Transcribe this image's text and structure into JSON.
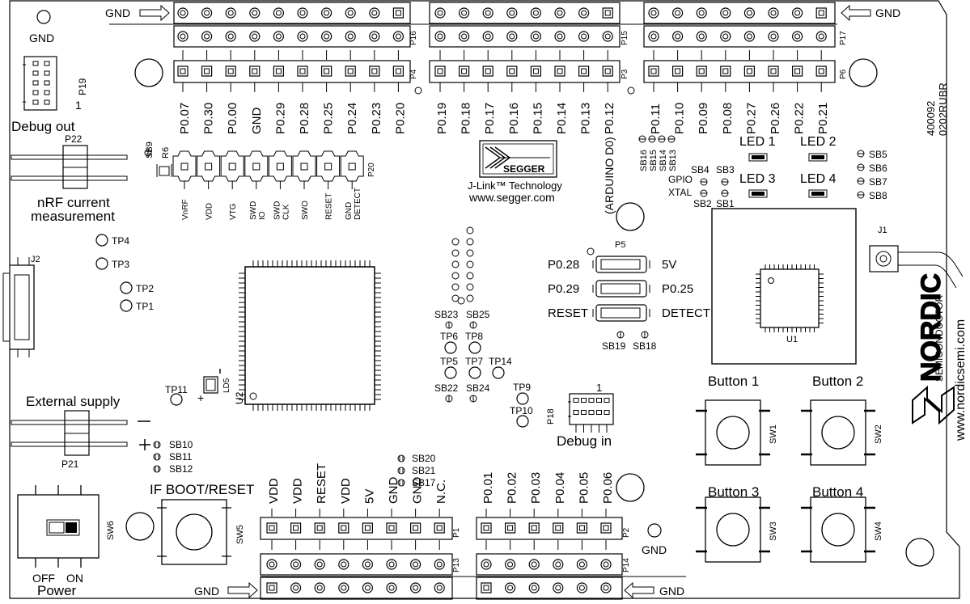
{
  "board": {
    "id": "400092",
    "revision": "0202RUBR",
    "brand": "NORDIC",
    "brand_sub": "SEMICONDUCTOR",
    "website": "www.nordicsemi.com",
    "colors": {
      "line": "#000000",
      "background": "#ffffff"
    }
  },
  "headers": {
    "P16": "P16",
    "P15": "P15",
    "P17": "P17",
    "P4": "P4",
    "P3": "P3",
    "P6": "P6",
    "P13": "P13",
    "P14": "P14",
    "P1": "P1",
    "P2": "P2",
    "P19": "P19",
    "P20": "P20",
    "P22": "P22",
    "P21": "P21",
    "P18": "P18",
    "P5": "P5"
  },
  "gnd_label": "GND",
  "top_left_gnd": "GND",
  "p19_pin1": "1",
  "debug_out": "Debug out",
  "nrf_current": [
    "nRF current",
    "measurement"
  ],
  "external_supply": "External supply",
  "power_switch": {
    "off": "OFF",
    "on": "ON",
    "label": "Power",
    "ref": "SW6"
  },
  "if_boot_reset": "IF BOOT/RESET",
  "sw5": "SW5",
  "debug_in": "Debug in",
  "debug_in_pin1": "1",
  "p4_pins": [
    "P0.07",
    "P0.30",
    "P0.00",
    "GND",
    "P0.29",
    "P0.28",
    "P0.25",
    "P0.24",
    "P0.23",
    "P0.20"
  ],
  "p3_pins": [
    "P0.19",
    "P0.18",
    "P0.17",
    "P0.16",
    "P0.15",
    "P0.14",
    "P0.13",
    "P0.12"
  ],
  "arduino_d0": "(ARDUINO D0)",
  "p6_pins": [
    "P0.11",
    "P0.10",
    "P0.09",
    "P0.08",
    "P0.27",
    "P0.26",
    "P0.22",
    "P0.21"
  ],
  "p20_pins": [
    "VnRF",
    "VDD",
    "VTG",
    "SWD\nIO",
    "SWD\nCLK",
    "SWO",
    "RESET",
    "GND\nDETECT"
  ],
  "p1_pins": [
    "VDD",
    "VDD",
    "RESET",
    "VDD",
    "5V",
    "GND",
    "GND",
    "N.C."
  ],
  "p2_pins": [
    "P0.01",
    "P0.02",
    "P0.03",
    "P0.04",
    "P0.05",
    "P0.06"
  ],
  "segger": {
    "logo": "SEGGER",
    "line1": "J-Link™ Technology",
    "line2": "www.segger.com"
  },
  "leds": [
    "LED 1",
    "LED 2",
    "LED 3",
    "LED 4"
  ],
  "ld5": "LD5",
  "buttons": [
    {
      "label": "Button 1",
      "ref": "SW1"
    },
    {
      "label": "Button 2",
      "ref": "SW2"
    },
    {
      "label": "Button 3",
      "ref": "SW3"
    },
    {
      "label": "Button 4",
      "ref": "SW4"
    }
  ],
  "p5_labels": {
    "left": [
      "P0.28",
      "P0.29",
      "RESET"
    ],
    "right": [
      "5V",
      "P0.25",
      "DETECT"
    ]
  },
  "test_points": [
    "TP4",
    "TP3",
    "TP2",
    "TP1",
    "TP6",
    "TP8",
    "TP5",
    "TP7",
    "TP14",
    "TP9",
    "TP10",
    "TP11"
  ],
  "solder_bridges": [
    "SB9",
    "R6",
    "SB16",
    "SB15",
    "SB14",
    "SB13",
    "SB4",
    "SB3",
    "SB2",
    "SB1",
    "SB5",
    "SB6",
    "SB7",
    "SB8",
    "SB23",
    "SB25",
    "SB22",
    "SB24",
    "SB19",
    "SB18",
    "SB20",
    "SB21",
    "SB17",
    "SB10",
    "SB11",
    "SB12"
  ],
  "gpio": "GPIO",
  "xtal": "XTAL",
  "j1": "J1",
  "j2": "J2",
  "u1": "U1",
  "u2": "U2"
}
